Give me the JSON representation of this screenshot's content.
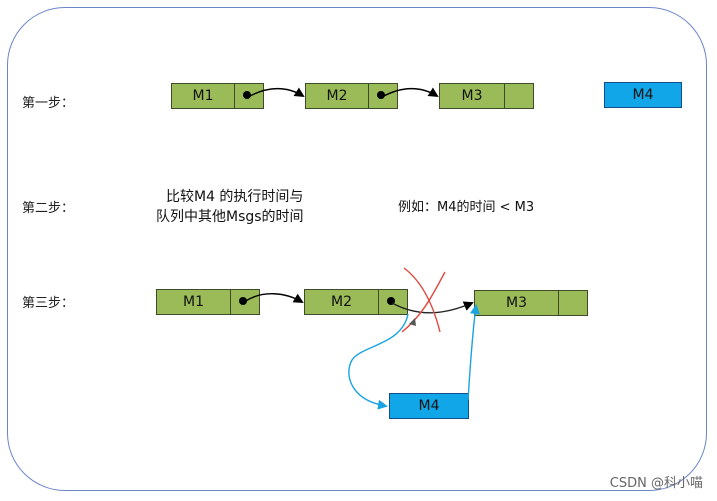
{
  "steps": {
    "step1": "第一步：",
    "step2": "第二步：",
    "step3": "第三步："
  },
  "step1_nodes": [
    "M1",
    "M2",
    "M3"
  ],
  "step1_new_node": "M4",
  "step2_text_line1": "比较M4 的执行时间与",
  "step2_text_line2": "队列中其他Msgs的时间",
  "step2_example": "例如：M4的时间 < M3",
  "step3_nodes": [
    "M1",
    "M2",
    "M3"
  ],
  "step3_new_node": "M4",
  "watermark": "CSDN @科小喵",
  "colors": {
    "node_green": "#9bbb59",
    "node_blue": "#10a6e8",
    "frame": "#6a86c7",
    "new_link": "#1aa3e0",
    "cross": "#e0483e"
  }
}
